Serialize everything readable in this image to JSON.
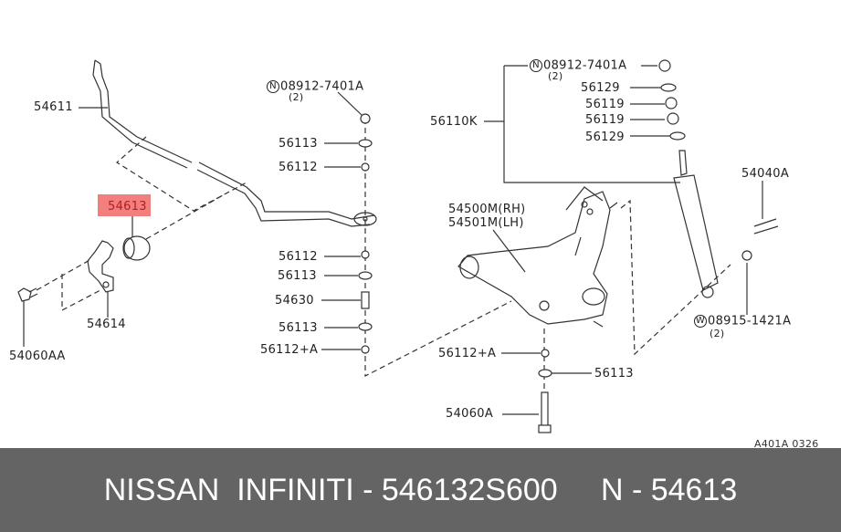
{
  "diagram": {
    "labels": {
      "stabilizer": "54611",
      "bushing": "54613",
      "clamp": "54614",
      "clamp_bolt": "54060AA",
      "nut_left_symbol": "N",
      "nut_left": "08912-7401A",
      "nut_left_qty": "(2)",
      "l_56113_a": "56113",
      "l_56112_a": "56112",
      "l_56112_b": "56112",
      "l_56113_b": "56113",
      "l_54630": "54630",
      "l_56113_c": "56113",
      "l_56112a": "56112+A",
      "shock_kit": "56110K",
      "nut_right_symbol": "N",
      "nut_right": "08912-7401A",
      "nut_right_qty": "(2)",
      "r_56129_a": "56129",
      "r_56119_a": "56119",
      "r_56119_b": "56119",
      "r_56129_b": "56129",
      "arm_rh": "54500M(RH)",
      "arm_lh": "54501M(LH)",
      "shock_bolt": "54040A",
      "washer_symbol": "W",
      "washer": "08915-1421A",
      "washer_qty": "(2)",
      "b_56112a": "56112+A",
      "b_56113": "56113",
      "b_54060a": "54060A",
      "diagram_code": "A401A 0326"
    },
    "highlight_color": "#f27e7e"
  },
  "footer": {
    "text": "NISSAN  INFINITI - 546132S600     N - 54613"
  }
}
